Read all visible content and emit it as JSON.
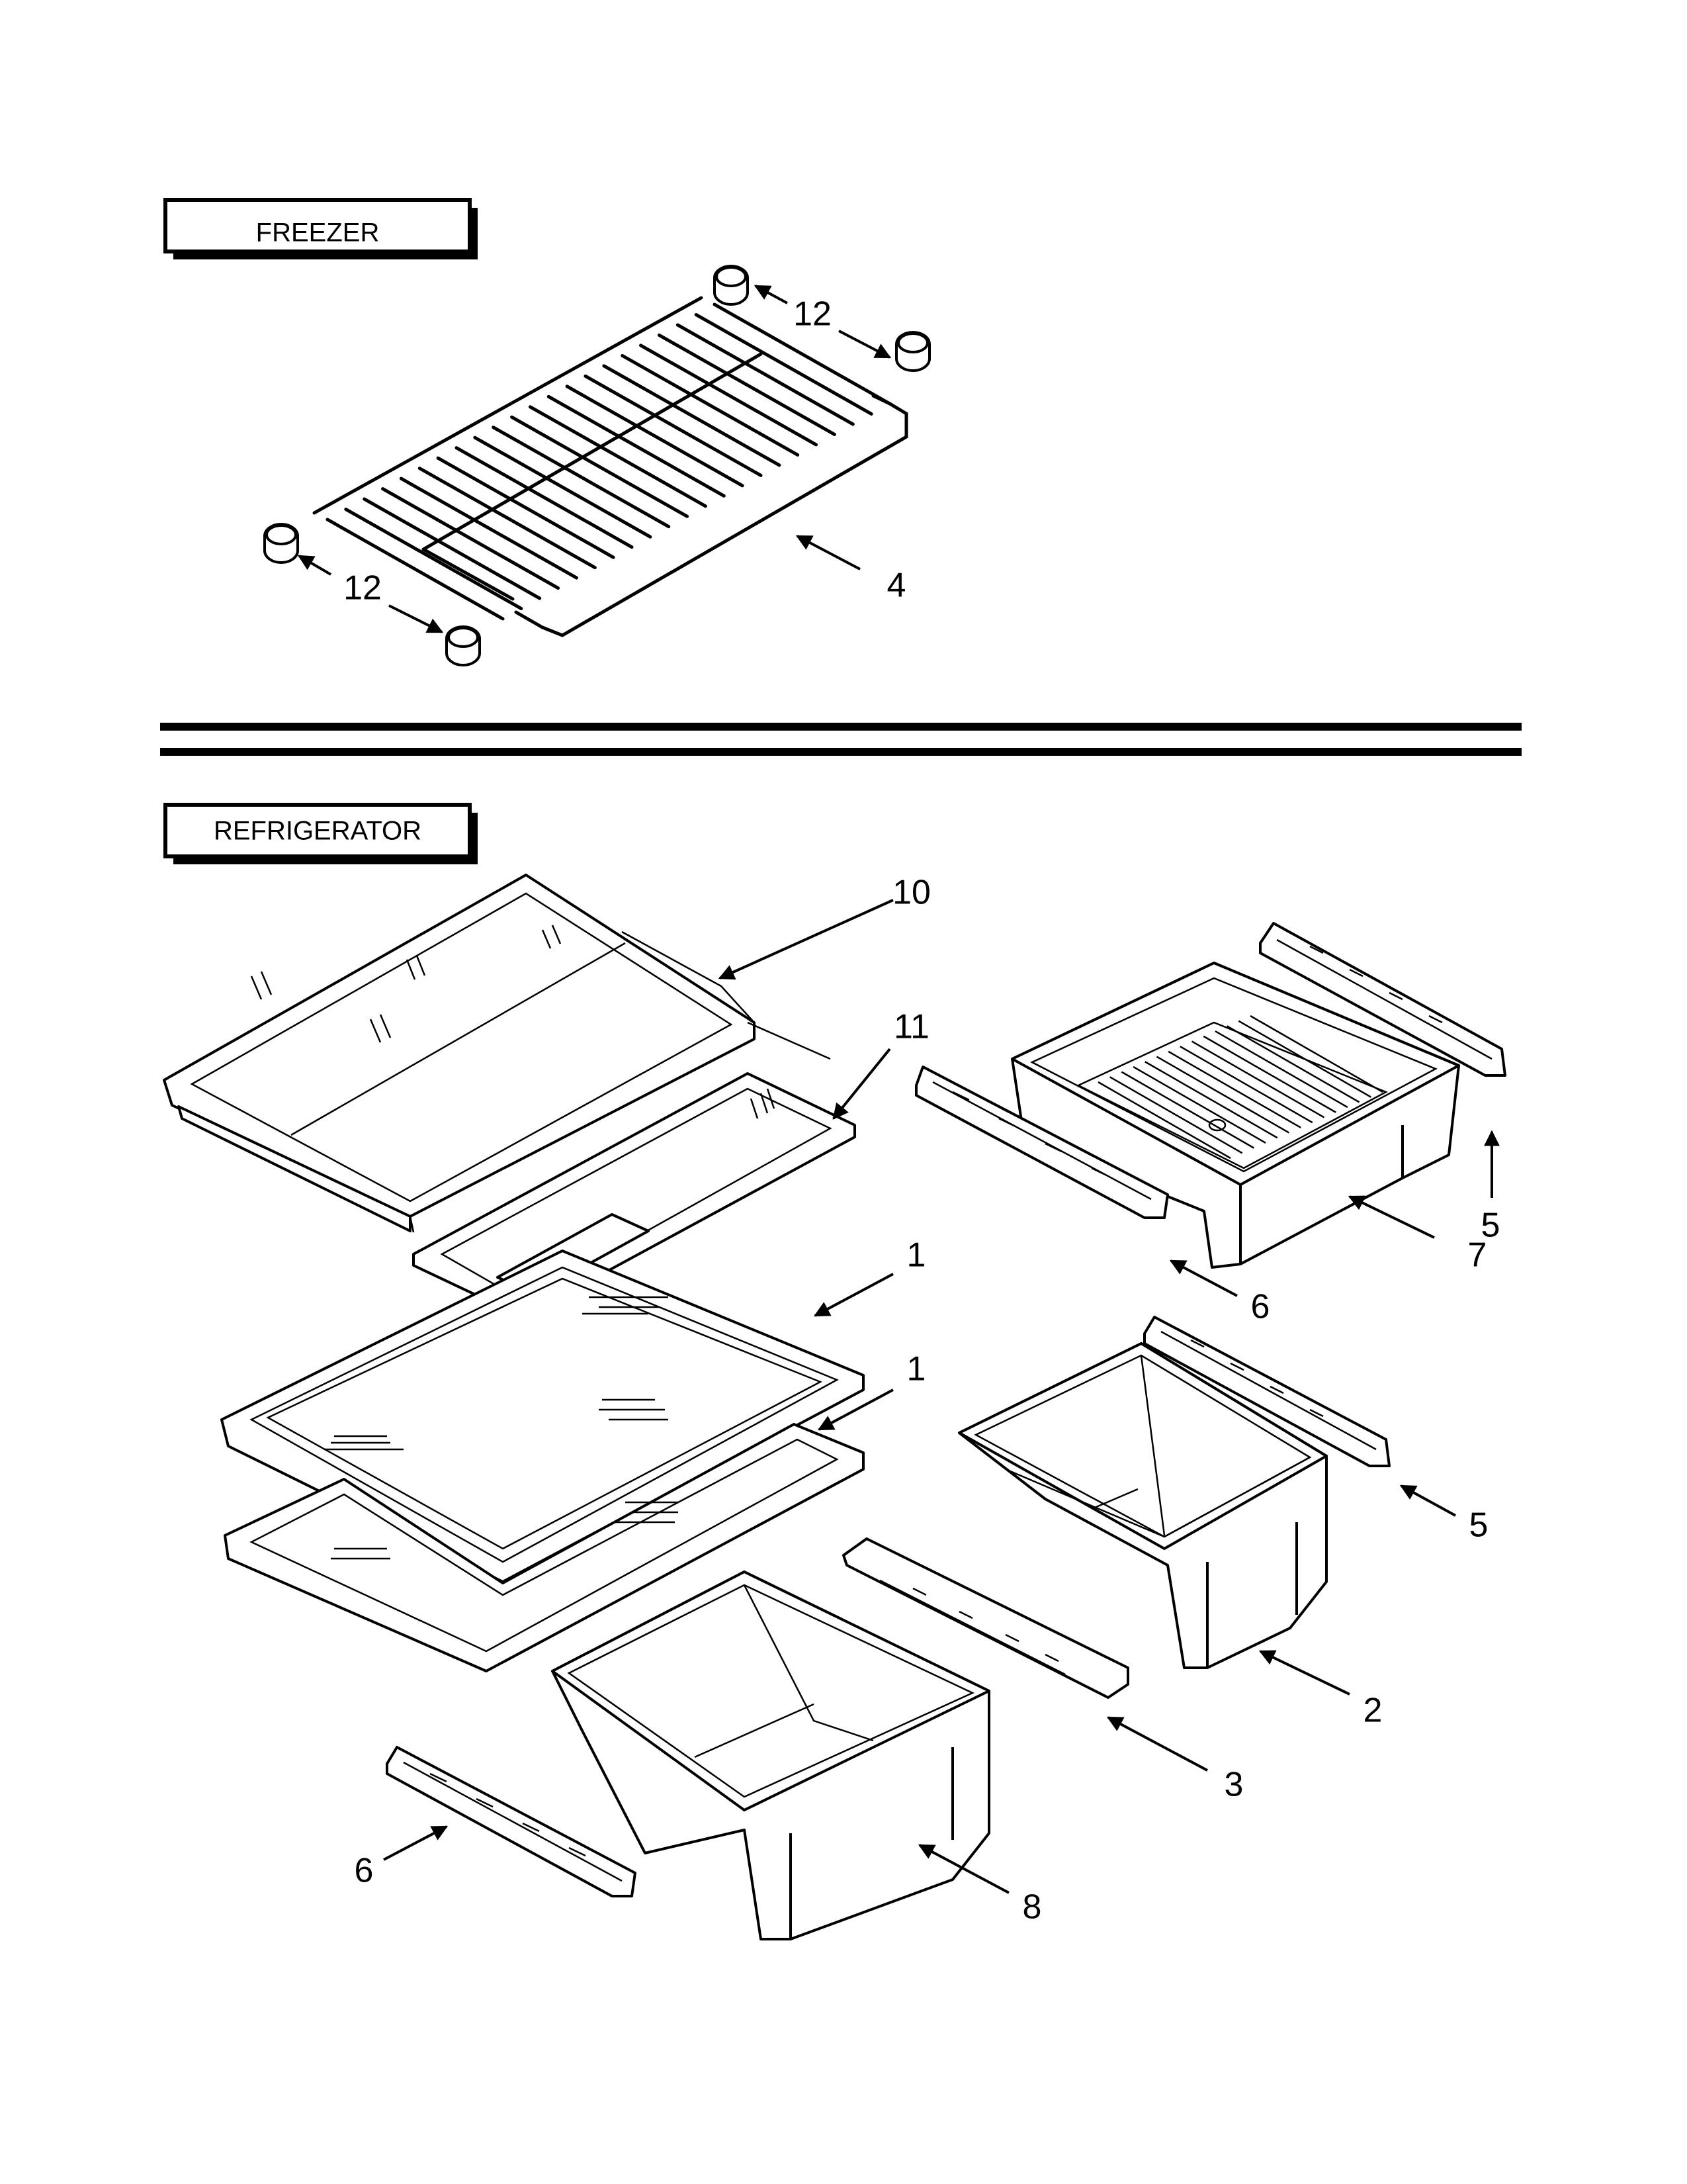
{
  "sections": {
    "freezer": {
      "label": "FREEZER"
    },
    "refrigerator": {
      "label": "REFRIGERATOR"
    }
  },
  "callouts": {
    "c12a": "12",
    "c12b": "12",
    "c4": "4",
    "c10": "10",
    "c11": "11",
    "c1a": "1",
    "c1b": "1",
    "c5a": "5",
    "c7": "7",
    "c6a": "6",
    "c5b": "5",
    "c2": "2",
    "c3": "3",
    "c6b": "6",
    "c8": "8"
  },
  "colors": {
    "ink": "#000000",
    "paper": "#ffffff"
  }
}
